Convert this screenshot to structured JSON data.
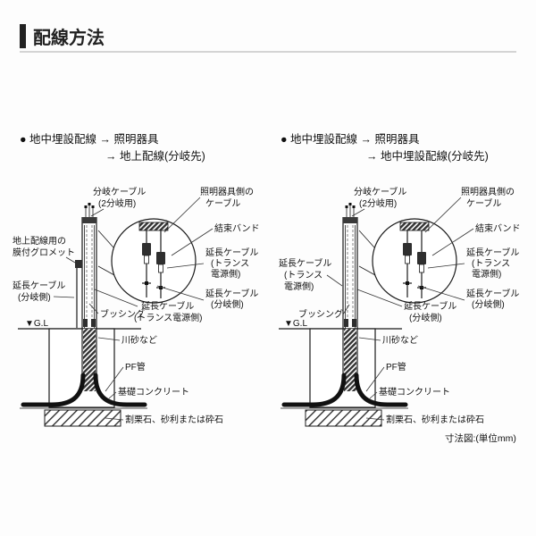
{
  "page": {
    "title": "配線方法",
    "footnote": "寸法図:(単位mm)"
  },
  "left": {
    "header1": "● 地中埋設配線 → 照明器具",
    "header2": "→ 地上配線(分岐先)",
    "labels": {
      "branch_cable_1": "分岐ケーブル",
      "branch_cable_2": "(2分岐用)",
      "fixture_cable_1": "照明器具側の",
      "fixture_cable_2": "ケーブル",
      "cable_tie": "結束バンド",
      "grommet_1": "地上配線用の",
      "grommet_2": "膜付グロメット",
      "ext_trans_1": "延長ケーブル",
      "ext_trans_2": "(トランス",
      "ext_trans_3": "電源側)",
      "ext_branch_1": "延長ケーブル",
      "ext_branch_2": "(分岐側)",
      "bushing": "ブッシング",
      "ground_level": "▼G.L",
      "base_cable_1": "延長ケーブル",
      "base_cable_2": "(トランス電源側)",
      "river_sand": "川砂など",
      "pf_pipe": "PF管",
      "foundation": "基礎コンクリート",
      "rubble": "割栗石、砂利または砕石"
    }
  },
  "right": {
    "header1": "● 地中埋設配線 → 照明器具",
    "header2": "→ 地中埋設配線(分岐先)",
    "labels": {
      "branch_cable_1": "分岐ケーブル",
      "branch_cable_2": "(2分岐用)",
      "fixture_cable_1": "照明器具側の",
      "fixture_cable_2": "ケーブル",
      "cable_tie": "結束バンド",
      "ext_trans_1": "延長ケーブル",
      "ext_trans_2": "(トランス",
      "ext_trans_3": "電源側)",
      "ext_branch_1": "延長ケーブル",
      "ext_branch_2": "(分岐側)",
      "bushing": "ブッシング",
      "ground_level": "▼G.L",
      "base_cable_1": "延長ケーブル",
      "base_cable_2": "(分岐側)",
      "river_sand": "川砂など",
      "pf_pipe": "PF管",
      "foundation": "基礎コンクリート",
      "rubble": "割栗石、砂利または砕石"
    }
  }
}
